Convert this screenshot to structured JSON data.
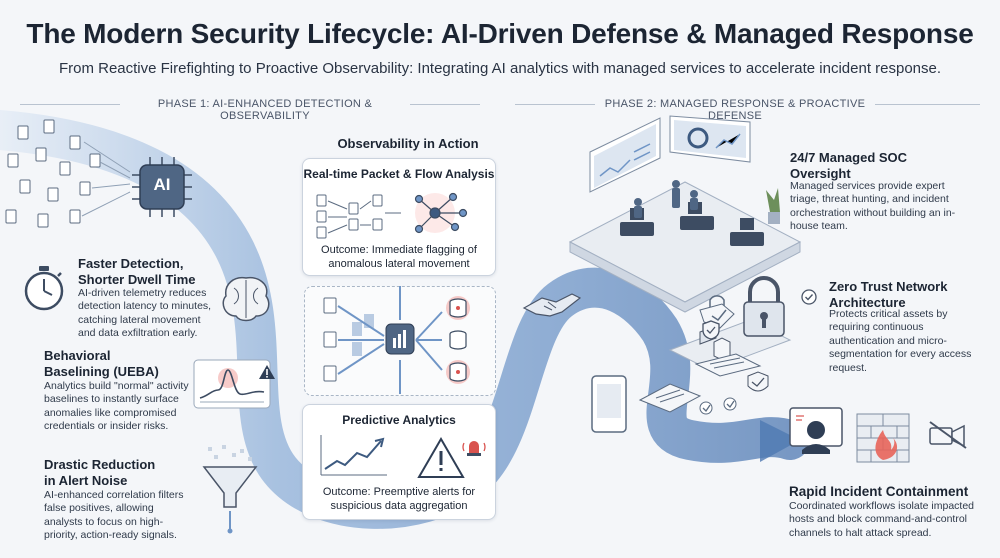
{
  "header": {
    "title": "The Modern Security Lifecycle: AI-Driven Defense & Managed Response",
    "subtitle": "From Reactive Firefighting to Proactive Observability: Integrating AI analytics with managed services to accelerate incident response."
  },
  "phases": {
    "phase1": "PHASE 1: AI-ENHANCED DETECTION & OBSERVABILITY",
    "phase2": "PHASE 2: MANAGED RESPONSE & PROACTIVE DEFENSE"
  },
  "ai_chip": {
    "label": "AI"
  },
  "left_items": [
    {
      "title": "Faster Detection, Shorter Dwell Time",
      "title_l1": "Faster Detection,",
      "title_l2": "Shorter Dwell Time",
      "text": "AI-driven telemetry reduces detection latency to minutes, catching lateral movement and data exfiltration early.",
      "icon": "stopwatch-icon"
    },
    {
      "title_l1": "Behavioral",
      "title_l2": "Baselining (UEBA)",
      "text": "Analytics build \"normal\" activity baselines to instantly surface anomalies like compromised credentials or insider risks.",
      "icon": "anomaly-chart-icon"
    },
    {
      "title_l1": "Drastic Reduction",
      "title_l2": "in Alert Noise",
      "text": "AI-enhanced correlation filters false positives, allowing analysts to focus on high-priority, action-ready signals.",
      "icon": "funnel-icon"
    }
  ],
  "center": {
    "heading": "Observability in Action",
    "card1_title": "Real-time Packet & Flow Analysis",
    "card1_outcome": "Outcome: Immediate flagging of anomalous lateral movement",
    "card2_title": "Predictive Analytics",
    "card2_outcome": "Outcome: Preemptive alerts for suspicious data aggregation"
  },
  "right_items": [
    {
      "title_l1": "24/7 Managed SOC",
      "title_l2": "Oversight",
      "text": "Managed services provide expert triage, threat hunting, and incident orchestration without building an in-house team."
    },
    {
      "title_l1": "Zero Trust Network",
      "title_l2": "Architecture",
      "text": "Protects critical assets by requiring continuous authentication and micro-segmentation for every access request."
    },
    {
      "title_l1": "Rapid Incident Containment",
      "title_l2": "",
      "text": "Coordinated workflows isolate impacted hosts and block command-and-control channels to halt attack spread."
    }
  ],
  "colors": {
    "flow": "#6f95c6",
    "flow_light": "#cfdcee",
    "accent": "#3d5a80",
    "alert": "#d9534f"
  }
}
